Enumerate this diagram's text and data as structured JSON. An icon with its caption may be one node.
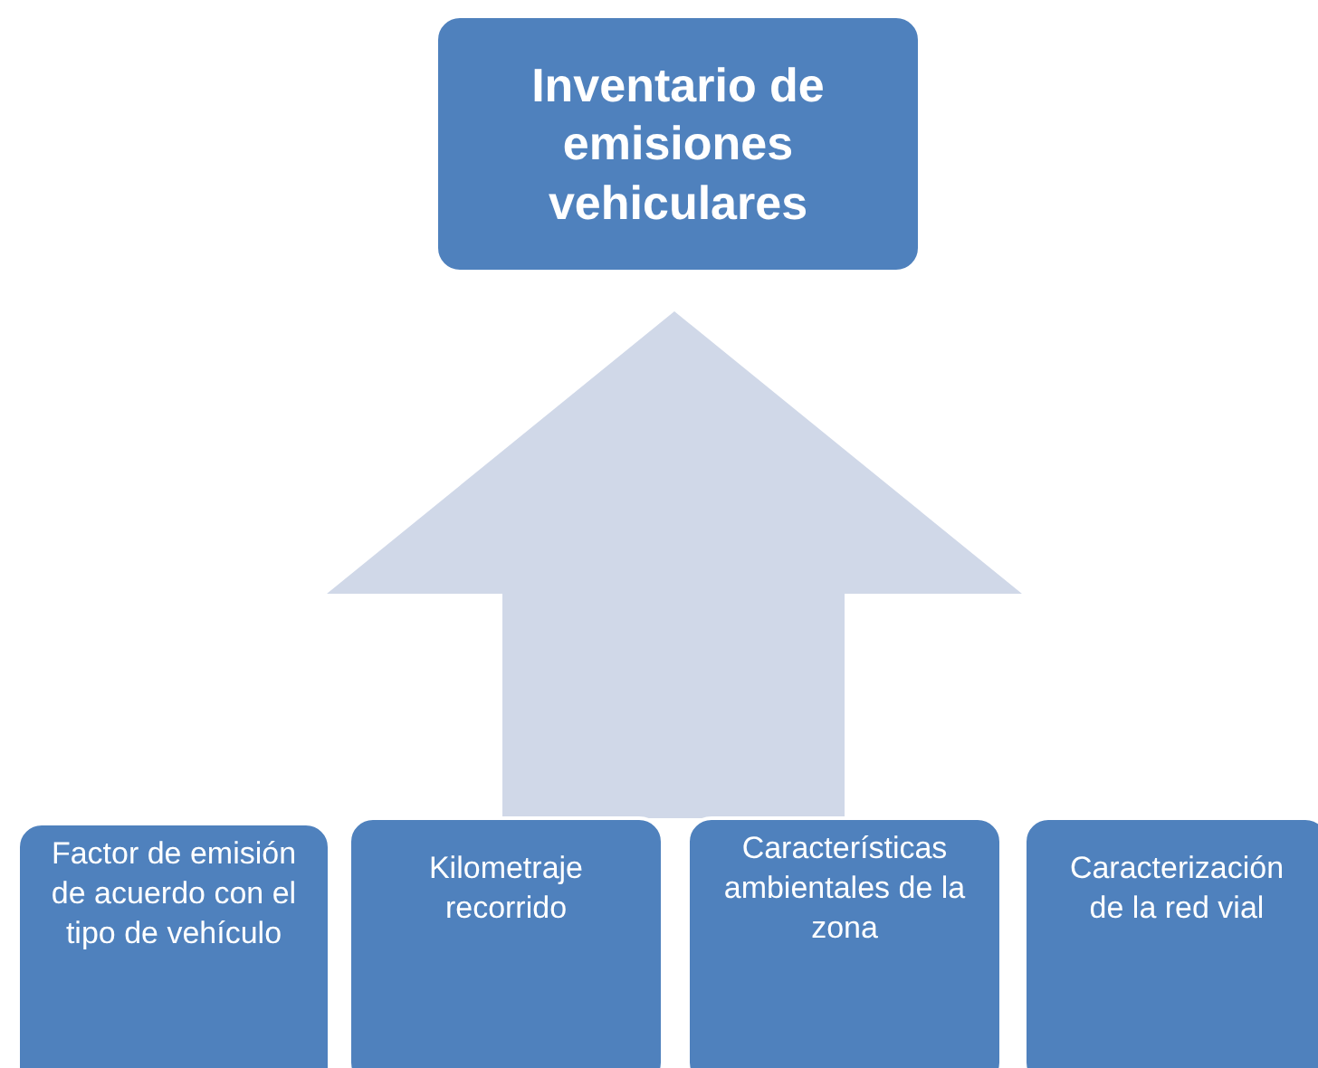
{
  "diagram": {
    "nodes": [
      {
        "text": [
          "Inventario de emisiones vehiculares"
        ]
      },
      {
        "text": [
          "Factor de emisión de acuerdo con el tipo de vehículo"
        ]
      },
      {
        "text": [
          "Kilometraje recorrido"
        ]
      },
      {
        "text": [
          "Características ambientales de la zona"
        ]
      },
      {
        "text": [
          "Caracterización de la red vial"
        ]
      }
    ],
    "edges": [
      {
        "from": 1,
        "to": 0,
        "arrow": "to"
      },
      {
        "from": 2,
        "to": 0,
        "arrow": "to"
      },
      {
        "from": 3,
        "to": 0,
        "arrow": "to"
      },
      {
        "from": 4,
        "to": 0,
        "arrow": "to"
      }
    ]
  }
}
